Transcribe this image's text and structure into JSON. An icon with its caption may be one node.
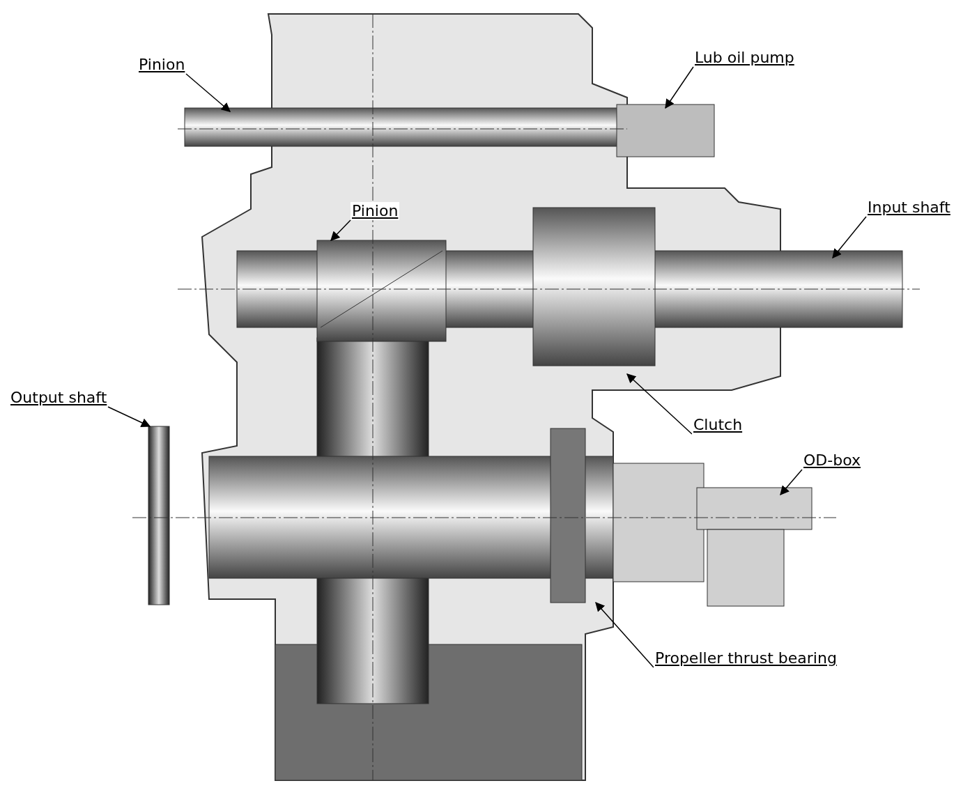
{
  "diagram": {
    "nodes": [
      {
        "text": [
          "Pinion"
        ]
      },
      {
        "text": [
          "Lub oil pump"
        ]
      },
      {
        "text": [
          "Pinion"
        ]
      },
      {
        "text": [
          "Input shaft"
        ]
      },
      {
        "text": [
          "Output shaft"
        ]
      },
      {
        "text": [
          "Clutch"
        ]
      },
      {
        "text": [
          "OD-box"
        ]
      },
      {
        "text": [
          "Propeller thrust bearing"
        ]
      }
    ],
    "edges": [
      {
        "from": 0,
        "to": null,
        "arrow": "to"
      },
      {
        "from": 1,
        "to": null,
        "arrow": "to"
      },
      {
        "from": 2,
        "to": null,
        "arrow": "to"
      },
      {
        "from": 3,
        "to": null,
        "arrow": "to"
      },
      {
        "from": 4,
        "to": null,
        "arrow": "to"
      },
      {
        "from": 5,
        "to": null,
        "arrow": "to"
      },
      {
        "from": 6,
        "to": null,
        "arrow": "to"
      },
      {
        "from": 7,
        "to": null,
        "arrow": "to"
      }
    ]
  }
}
